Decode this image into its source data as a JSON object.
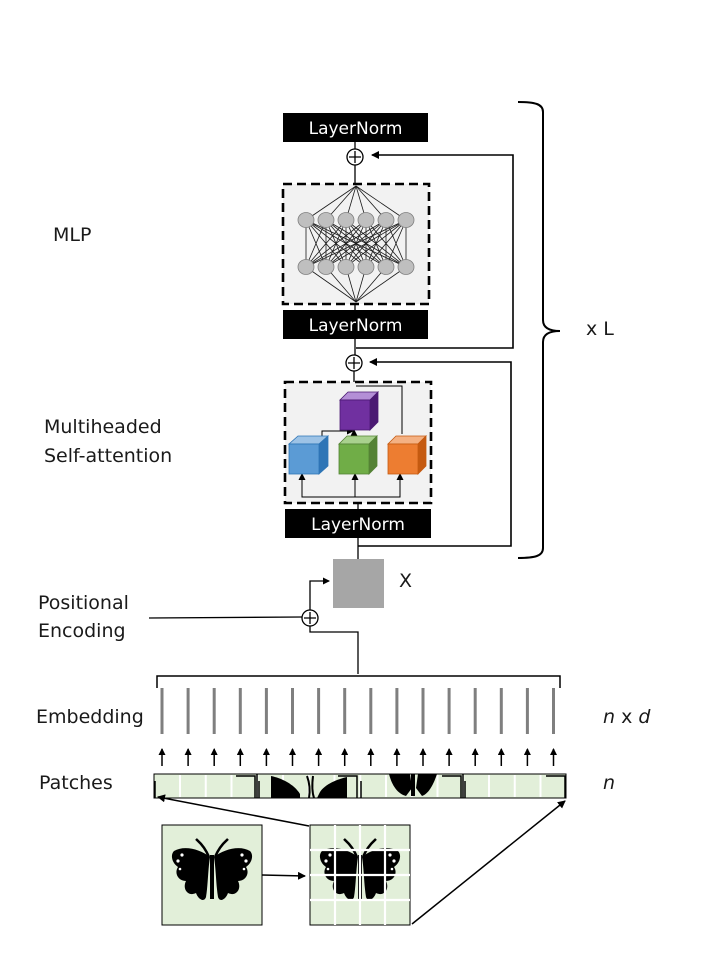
{
  "labels": {
    "mlp": "MLP",
    "mhsa_line1": "Multiheaded",
    "mhsa_line2": "Self-attention",
    "pos_line1": "Positional",
    "pos_line2": "Encoding",
    "embedding": "Embedding",
    "patches": "Patches",
    "x": "X",
    "xl": "x L",
    "nxd_n": "n",
    "nxd_x": " x ",
    "nxd_d": "d",
    "n": "n"
  },
  "blocks": {
    "layernorm_top": "LayerNorm",
    "layernorm_mid": "LayerNorm",
    "layernorm_bottom": "LayerNorm"
  },
  "colors": {
    "layernorm_fill": "#000000",
    "patch_fill": "#e2efd9",
    "token_fill": "#a6a6a6",
    "neuron_fill": "#bfbfbf",
    "cube_blue": "#5b9bd5",
    "cube_green": "#70ad47",
    "cube_orange": "#ed7d31",
    "cube_purple": "#7030a0"
  },
  "embedding": {
    "count": 16
  }
}
